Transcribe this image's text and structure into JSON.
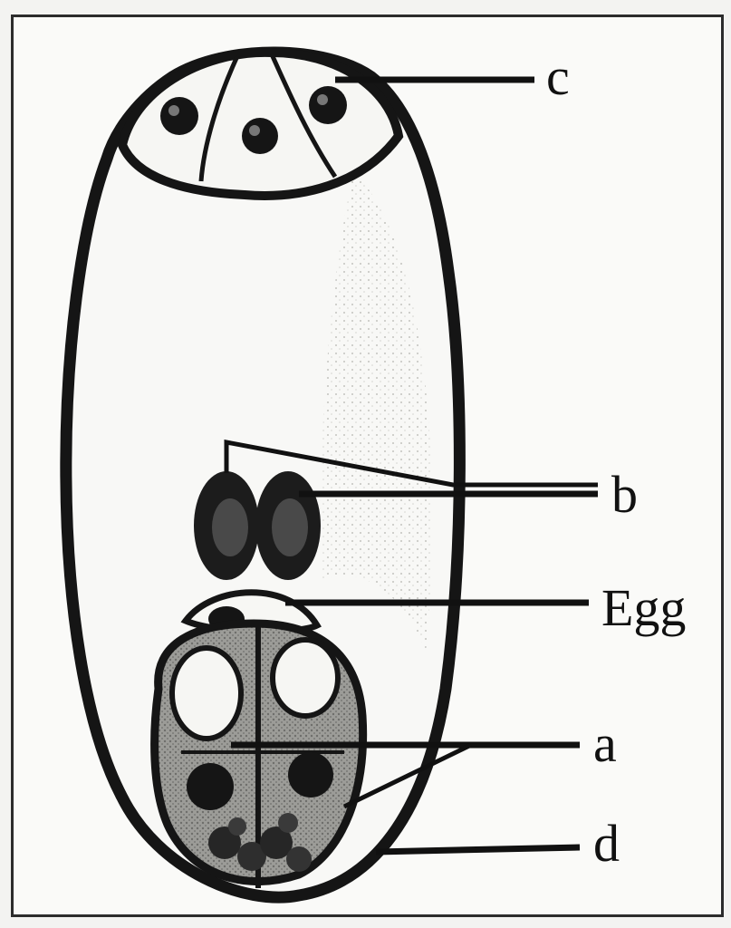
{
  "labels": {
    "c": "c",
    "b": "b",
    "egg": "Egg",
    "a": "a",
    "d": "d"
  },
  "colors": {
    "ink": "#111111",
    "background": "#fafaf8",
    "stipple": "#c8c8c4"
  }
}
